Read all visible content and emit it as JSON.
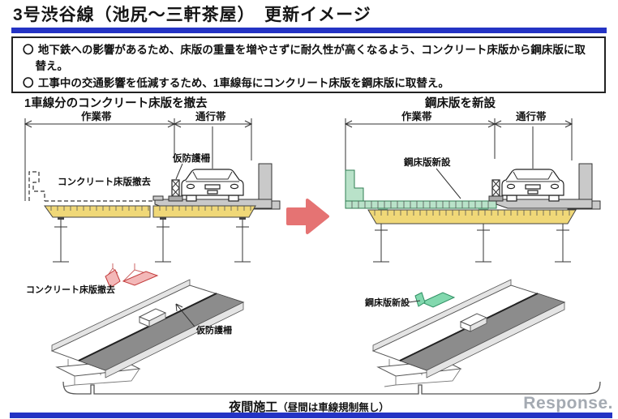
{
  "page": {
    "title": "3号渋谷線（池尻～三軒茶屋）　更新イメージ",
    "watermark": "Response."
  },
  "notes": {
    "items": [
      {
        "marker": "〇",
        "text": "地下鉄への影響があるため、床版の重量を増やさずに耐久性が高くなるよう、コンクリート床版から鋼床版に取替え。"
      },
      {
        "marker": "〇",
        "text": "工事中の交通影響を低減するため、1車線毎にコンクリート床版を鋼床版に取替え。"
      }
    ]
  },
  "left_diagram": {
    "heading": "1車線分のコンクリート床版を撤去",
    "dim_work": "作業帯",
    "dim_traffic": "通行帯",
    "label_fence": "仮防護柵",
    "label_deck_removal": "コンクリート床版撤去",
    "iso_label_deck_removal": "コンクリート床版撤去",
    "iso_label_fence": "仮防護柵"
  },
  "right_diagram": {
    "heading": "鋼床版を新設",
    "dim_work": "作業帯",
    "dim_traffic": "通行帯",
    "label_new_deck": "鋼床版新設",
    "iso_label_new_deck": "鋼床版新設"
  },
  "footer": {
    "main": "夜間施工",
    "paren": "（昼間は車線規制無し）"
  },
  "colors": {
    "accent_blue": "#2433c4",
    "arrow_pink": "#e57373",
    "girder_yellow": "#f0d878",
    "steel_green": "#b9e2c9",
    "deck_gray": "#c9c9c9",
    "road_dark": "#8c8c8c",
    "slab_pink": "#f3b8b8",
    "watermark_gray": "#a4aab2"
  }
}
